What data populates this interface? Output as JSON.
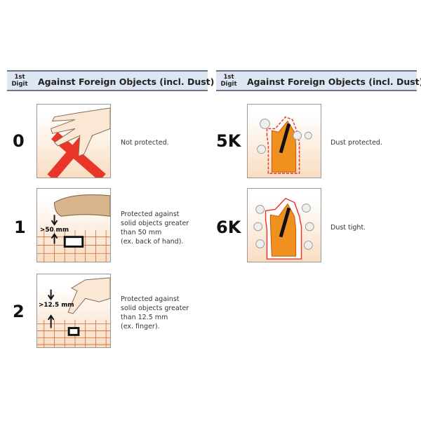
{
  "header": {
    "digit_label": "1st Digit",
    "digit_line1": "1st",
    "digit_line2": "Digit",
    "title": "Against Foreign Objects (incl. Dust)"
  },
  "left": [
    {
      "code": "0",
      "lines": [
        "Not protected."
      ],
      "image": "hand-with-red-x"
    },
    {
      "code": "1",
      "lines": [
        "Protected against",
        "solid objects greater",
        "than 50 mm",
        "(ex. back of hand)."
      ],
      "image": "hand-above-grid",
      "label": ">50 mm"
    },
    {
      "code": "2",
      "lines": [
        "Protected against",
        "solid objects greater",
        "than 12.5 mm",
        "(ex. finger)."
      ],
      "image": "finger-above-grid",
      "label": ">12.5 mm"
    }
  ],
  "right": [
    {
      "code": "5K",
      "lines": [
        "Dust protected."
      ],
      "image": "device-with-dust-dashed-seal"
    },
    {
      "code": "6K",
      "lines": [
        "Dust tight."
      ],
      "image": "device-with-dust-solid-seal"
    }
  ],
  "colors": {
    "header_bg": "#dde6f2",
    "red": "#e8362a",
    "orange": "#f0901e"
  }
}
